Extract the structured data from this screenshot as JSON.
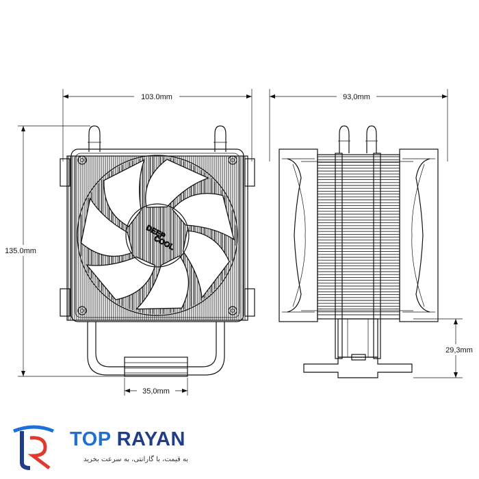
{
  "dimensions": {
    "front_width": "103.0mm",
    "height": "135.0mm",
    "base_width": "35,0mm",
    "side_width": "93,0mm",
    "base_height": "29,3mm"
  },
  "fan_logo": {
    "line1": "DEEP",
    "line2": "COOL"
  },
  "brand": {
    "name_part1": "TOP",
    "name_part2": "RAYAN",
    "tagline": "به قیمت، با گارانتی، به سرعت بخرید",
    "colors": {
      "primary": "#1f6fd6",
      "dark": "#1f3d8a",
      "accent": "#e03a2f"
    }
  }
}
